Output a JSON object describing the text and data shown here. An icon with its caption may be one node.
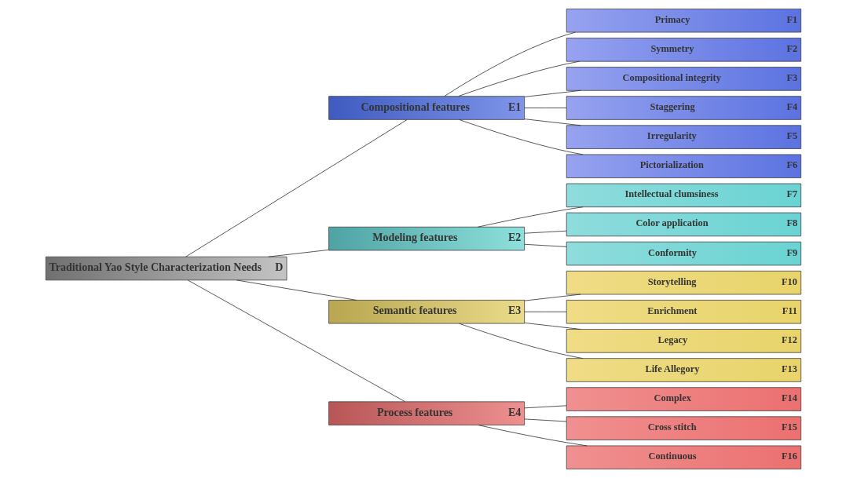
{
  "diagram": {
    "nodes": [
      {
        "text": [
          "Traditional Yao Style Characterization Needs",
          "D"
        ]
      },
      {
        "text": [
          "Compositional features",
          "E1"
        ]
      },
      {
        "text": [
          "Primacy",
          "F1"
        ]
      },
      {
        "text": [
          "Symmetry",
          "F2"
        ]
      },
      {
        "text": [
          "Compositional integrity",
          "F3"
        ]
      },
      {
        "text": [
          "Staggering",
          "F4"
        ]
      },
      {
        "text": [
          "Irregularity",
          "F5"
        ]
      },
      {
        "text": [
          "Pictorialization",
          "F6"
        ]
      },
      {
        "text": [
          "Modeling features",
          "E2"
        ]
      },
      {
        "text": [
          "Intellectual clumsiness",
          "F7"
        ]
      },
      {
        "text": [
          "Color application",
          "F8"
        ]
      },
      {
        "text": [
          "Conformity",
          "F9"
        ]
      },
      {
        "text": [
          "Semantic features",
          "E3"
        ]
      },
      {
        "text": [
          "Storytelling",
          "F10"
        ]
      },
      {
        "text": [
          "Enrichment",
          "F11"
        ]
      },
      {
        "text": [
          "Legacy",
          "F12"
        ]
      },
      {
        "text": [
          "Life Allegory",
          "F13"
        ]
      },
      {
        "text": [
          "Process features",
          "E4"
        ]
      },
      {
        "text": [
          "Complex",
          "F14"
        ]
      },
      {
        "text": [
          "Cross stitch",
          "F15"
        ]
      },
      {
        "text": [
          "Continuous",
          "F16"
        ]
      }
    ],
    "edges": [
      {
        "from": 0,
        "to": 1,
        "arrow": "none"
      },
      {
        "from": 0,
        "to": 8,
        "arrow": "none"
      },
      {
        "from": 0,
        "to": 12,
        "arrow": "none"
      },
      {
        "from": 0,
        "to": 17,
        "arrow": "none"
      },
      {
        "from": 1,
        "to": 2,
        "arrow": "none"
      },
      {
        "from": 1,
        "to": 3,
        "arrow": "none"
      },
      {
        "from": 1,
        "to": 4,
        "arrow": "none"
      },
      {
        "from": 1,
        "to": 5,
        "arrow": "none"
      },
      {
        "from": 1,
        "to": 6,
        "arrow": "none"
      },
      {
        "from": 1,
        "to": 7,
        "arrow": "none"
      },
      {
        "from": 8,
        "to": 9,
        "arrow": "none"
      },
      {
        "from": 8,
        "to": 10,
        "arrow": "none"
      },
      {
        "from": 8,
        "to": 11,
        "arrow": "none"
      },
      {
        "from": 12,
        "to": 13,
        "arrow": "none"
      },
      {
        "from": 12,
        "to": 14,
        "arrow": "none"
      },
      {
        "from": 12,
        "to": 15,
        "arrow": "none"
      },
      {
        "from": 12,
        "to": 16,
        "arrow": "none"
      },
      {
        "from": 17,
        "to": 18,
        "arrow": "none"
      },
      {
        "from": 17,
        "to": 19,
        "arrow": "none"
      },
      {
        "from": 17,
        "to": 20,
        "arrow": "none"
      }
    ]
  }
}
